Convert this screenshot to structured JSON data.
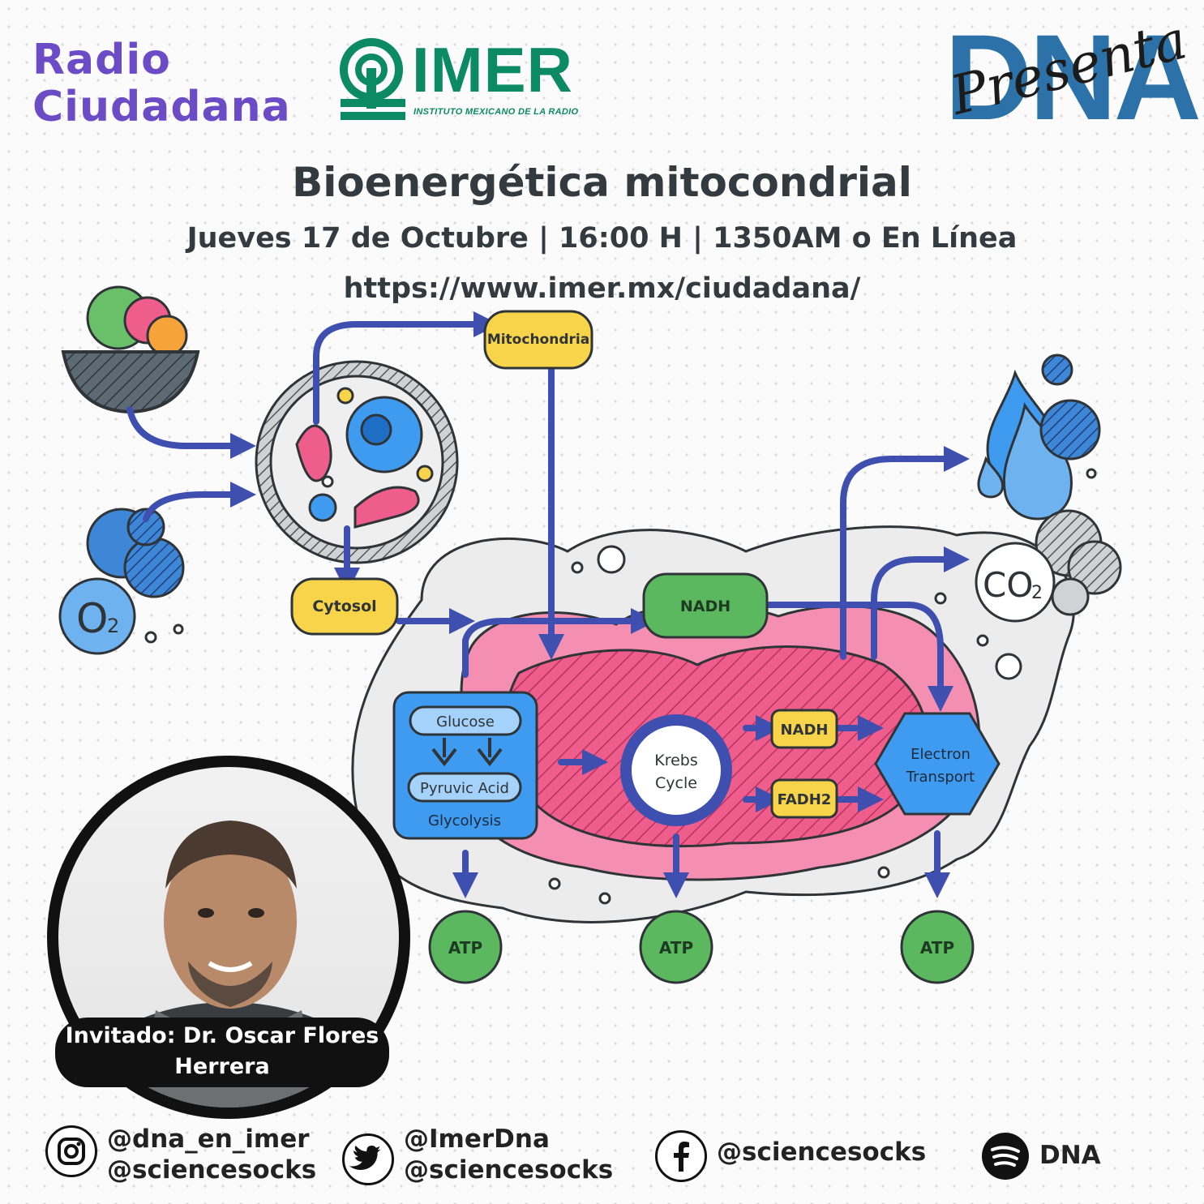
{
  "header": {
    "radio_line1": "Radio",
    "radio_line2": "Ciudadana",
    "imer_name": "IMER",
    "imer_sub": "INSTITUTO MEXICANO DE LA RADIO",
    "dna_logo": "DNA",
    "dna_presenta": "Presenta"
  },
  "event": {
    "title": "Bioenergética mitocondrial",
    "details": "Jueves 17 de Octubre | 16:00 H | 1350AM o En Línea",
    "url": "https://www.imer.mx/ciudadana/"
  },
  "diagram": {
    "mitochondria": "Mitochondria",
    "cytosol": "Cytosol",
    "nadh_top": "NADH",
    "glucose": "Glucose",
    "pyruvic": "Pyruvic Acid",
    "glycolysis": "Glycolysis",
    "krebs1": "Krebs",
    "krebs2": "Cycle",
    "nadh_mid": "NADH",
    "fadh2": "FADH2",
    "et1": "Electron",
    "et2": "Transport",
    "atp1": "ATP",
    "atp2": "ATP",
    "atp3": "ATP",
    "o2_o": "O",
    "o2_2": "2",
    "co2_co": "CO",
    "co2_2": "2"
  },
  "guest": {
    "line1": "Invitado: Dr. Oscar Flores",
    "line2": "Herrera"
  },
  "social": {
    "instagram1": "@dna_en_imer",
    "instagram2": "@sciencesocks",
    "twitter1": "@ImerDna",
    "twitter2": "@sciencesocks",
    "facebook": "@sciencesocks",
    "spotify": "DNA"
  },
  "colors": {
    "purple": "#6b4bc6",
    "green": "#0c8a63",
    "dna_blue": "#2c72a8",
    "arrow": "#3f4fb0"
  }
}
